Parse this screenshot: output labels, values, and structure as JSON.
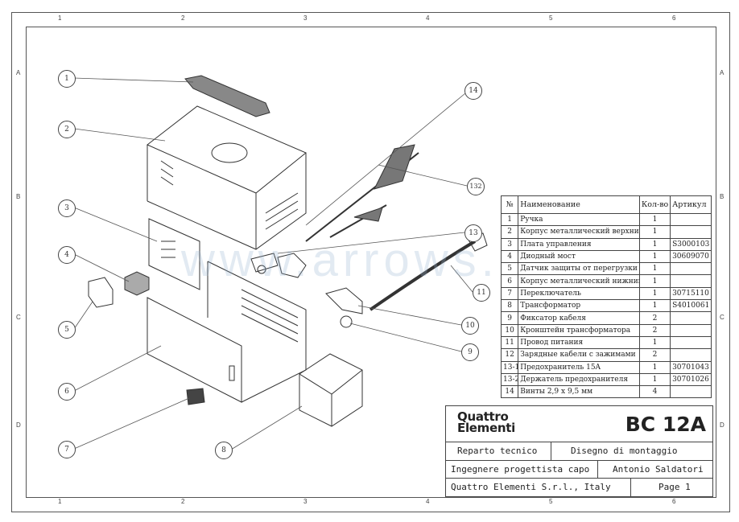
{
  "grid": {
    "columns": [
      "1",
      "2",
      "3",
      "4",
      "5",
      "6"
    ],
    "rows": [
      "A",
      "B",
      "C",
      "D"
    ]
  },
  "watermark": "www.arrows.ru",
  "callouts": [
    "1",
    "2",
    "3",
    "4",
    "5",
    "6",
    "7",
    "8",
    "9",
    "10",
    "11",
    "132",
    "13",
    "14"
  ],
  "parts_table": {
    "headers": [
      "№",
      "Наименование",
      "Кол-во",
      "Артикул"
    ],
    "rows": [
      [
        "1",
        "Ручка",
        "1",
        ""
      ],
      [
        "2",
        "Корпус металлический верхний",
        "1",
        ""
      ],
      [
        "3",
        "Плата управления",
        "1",
        "S3000103"
      ],
      [
        "4",
        "Диодный мост",
        "1",
        "30609070"
      ],
      [
        "5",
        "Датчик защиты от перегрузки",
        "1",
        ""
      ],
      [
        "6",
        "Корпус металлический нижний",
        "1",
        ""
      ],
      [
        "7",
        "Переключатель",
        "1",
        "30715110"
      ],
      [
        "8",
        "Трансформатор",
        "1",
        "S4010061"
      ],
      [
        "9",
        "Фиксатор кабеля",
        "2",
        ""
      ],
      [
        "10",
        "Кронштейн трансформатора",
        "2",
        ""
      ],
      [
        "11",
        "Провод питания",
        "1",
        ""
      ],
      [
        "12",
        "Зарядные кабели с зажимами",
        "2",
        ""
      ],
      [
        "13-1",
        "Предохранитель 15A",
        "1",
        "30701043"
      ],
      [
        "13-2",
        "Держатель предохранителя",
        "1",
        "30701026"
      ],
      [
        "14",
        "Винты 2,9 x 9,5 мм",
        "4",
        ""
      ]
    ]
  },
  "title_block": {
    "logo_line1": "Quattro",
    "logo_line2": "Elementi",
    "model": "BC 12A",
    "department": "Reparto tecnico",
    "drawing_type": "Disegno di montaggio",
    "role": "Ingegnere progettista capo",
    "engineer": "Antonio Saldatori",
    "company": "Quattro Elementi S.r.l., Italy",
    "page": "Page 1"
  }
}
